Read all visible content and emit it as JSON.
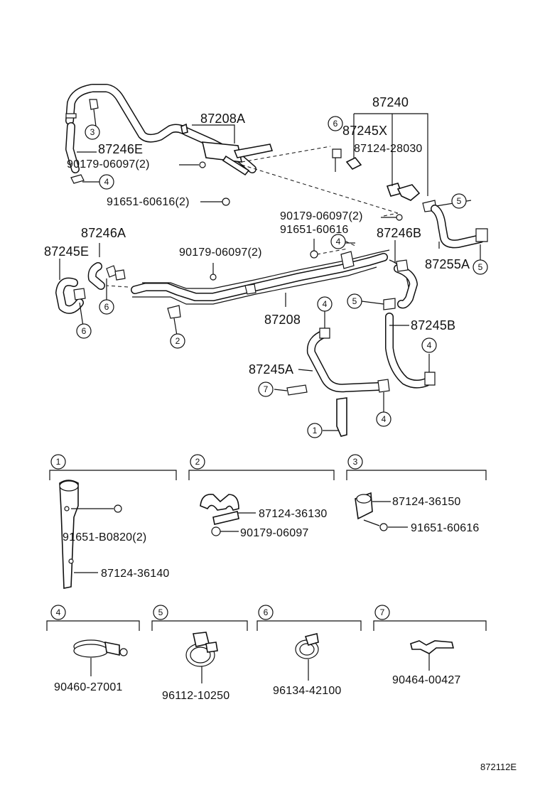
{
  "diagram": {
    "code": "872112E",
    "labels": {
      "p87240": "87240",
      "p87208A": "87208A",
      "p87245X": "87245X",
      "p87124_28030": "87124-28030",
      "p87246E": "87246E",
      "p90179_06097_2a": "90179-06097(2)",
      "p91651_60616_2": "91651-60616(2)",
      "p90179_06097_2b": "90179-06097(2)",
      "p91651_60616": "91651-60616",
      "p87246B": "87246B",
      "p87255A": "87255A",
      "p87246A": "87246A",
      "p87245E": "87245E",
      "p90179_06097_2c": "90179-06097(2)",
      "p87208": "87208",
      "p87245B": "87245B",
      "p87245A": "87245A"
    },
    "callouts": [
      "1",
      "2",
      "3",
      "4",
      "5",
      "6",
      "7"
    ],
    "details": {
      "d1": {
        "num": "1",
        "a": "91651-B0820(2)",
        "b": "87124-36140"
      },
      "d2": {
        "num": "2",
        "a": "87124-36130",
        "b": "90179-06097"
      },
      "d3": {
        "num": "3",
        "a": "87124-36150",
        "b": "91651-60616"
      },
      "d4": {
        "num": "4",
        "a": "90460-27001"
      },
      "d5": {
        "num": "5",
        "a": "96112-10250"
      },
      "d6": {
        "num": "6",
        "a": "96134-42100"
      },
      "d7": {
        "num": "7",
        "a": "90464-00427"
      }
    }
  }
}
